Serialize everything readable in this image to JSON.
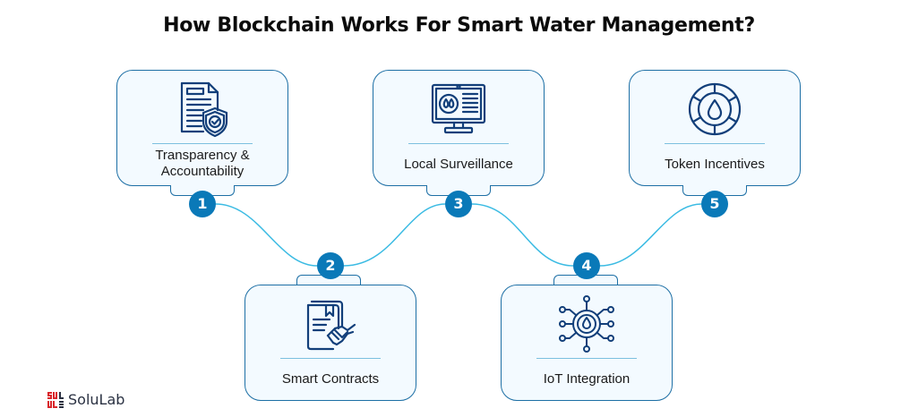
{
  "title": "How Blockchain Works For Smart Water Management?",
  "colors": {
    "card_fill": "#f3faff",
    "card_border": "#1d6fa5",
    "number_circle": "#0a79b8",
    "connector_line": "#3bbbe3",
    "icon_stroke": "#123f7a",
    "divider": "#7cc0df"
  },
  "steps": [
    {
      "number": "1",
      "label": "Transparency & Accountability",
      "label_line1": "Transparency &",
      "label_line2": "Accountability",
      "icon": "document-shield-icon",
      "position": "top"
    },
    {
      "number": "2",
      "label": "Smart Contracts",
      "icon": "contract-handshake-icon",
      "position": "bottom"
    },
    {
      "number": "3",
      "label": "Local Surveillance",
      "icon": "monitor-water-icon",
      "position": "top"
    },
    {
      "number": "4",
      "label": "IoT Integration",
      "icon": "iot-gear-water-icon",
      "position": "bottom"
    },
    {
      "number": "5",
      "label": "Token Incentives",
      "icon": "token-water-icon",
      "position": "top"
    }
  ],
  "logo": {
    "text": "SoluLab",
    "icon": "solulab-logo-icon"
  }
}
